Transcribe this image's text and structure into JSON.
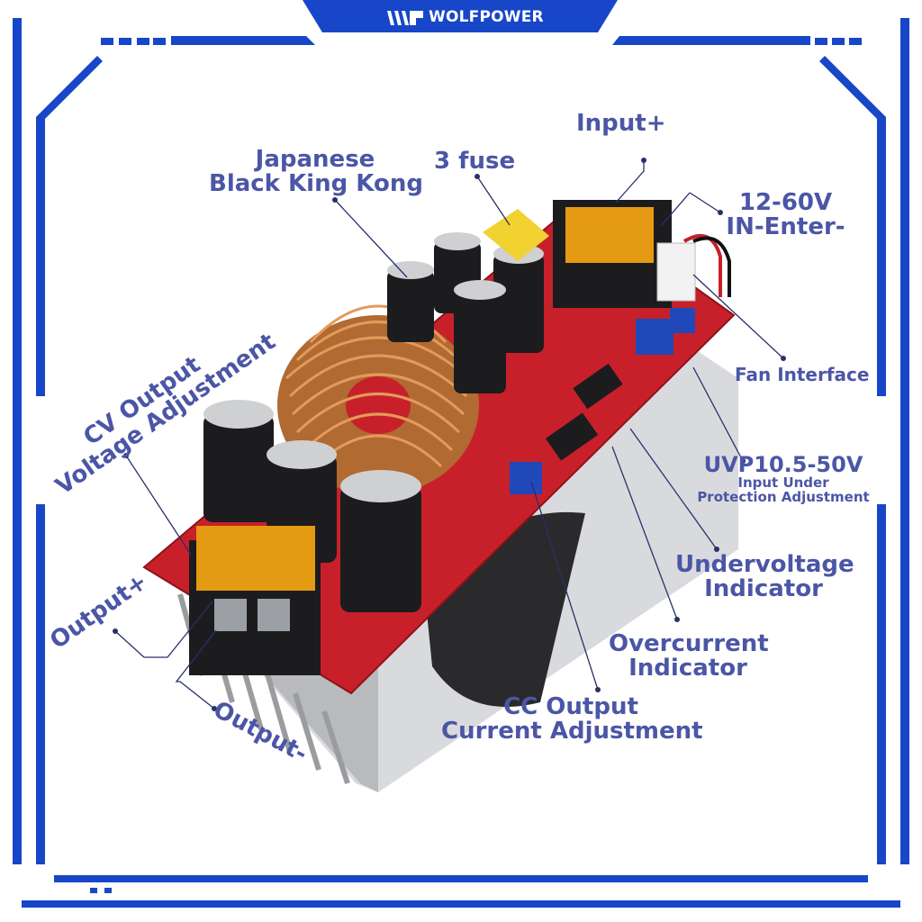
{
  "brand": {
    "name": "WOLFPOWER",
    "logo": "wolfpower-logo"
  },
  "colors": {
    "frame": "#1747c8",
    "label": "#4b56a6",
    "board": "#c8202a",
    "heatsink": "#d9dadd"
  },
  "labels": {
    "input_plus": "Input+",
    "three_fuse": "3 fuse",
    "japanese_line1": "Japanese",
    "japanese_line2": "Black King Kong",
    "input_range_line1": "12-60V",
    "input_range_line2": "IN-Enter-",
    "fan_interface": "Fan Interface",
    "uvp_title": "UVP10.5-50V",
    "uvp_sub_line1": "Input Under",
    "uvp_sub_line2": "Protection Adjustment",
    "undervoltage_line1": "Undervoltage",
    "undervoltage_line2": "Indicator",
    "overcurrent_line1": "Overcurrent",
    "overcurrent_line2": "Indicator",
    "cc_line1": "CC Output",
    "cc_line2": "Current Adjustment",
    "cv_line1": "CV Output",
    "cv_line2": "Voltage Adjustment",
    "output_plus": "Output+",
    "output_minus": "Output-"
  }
}
